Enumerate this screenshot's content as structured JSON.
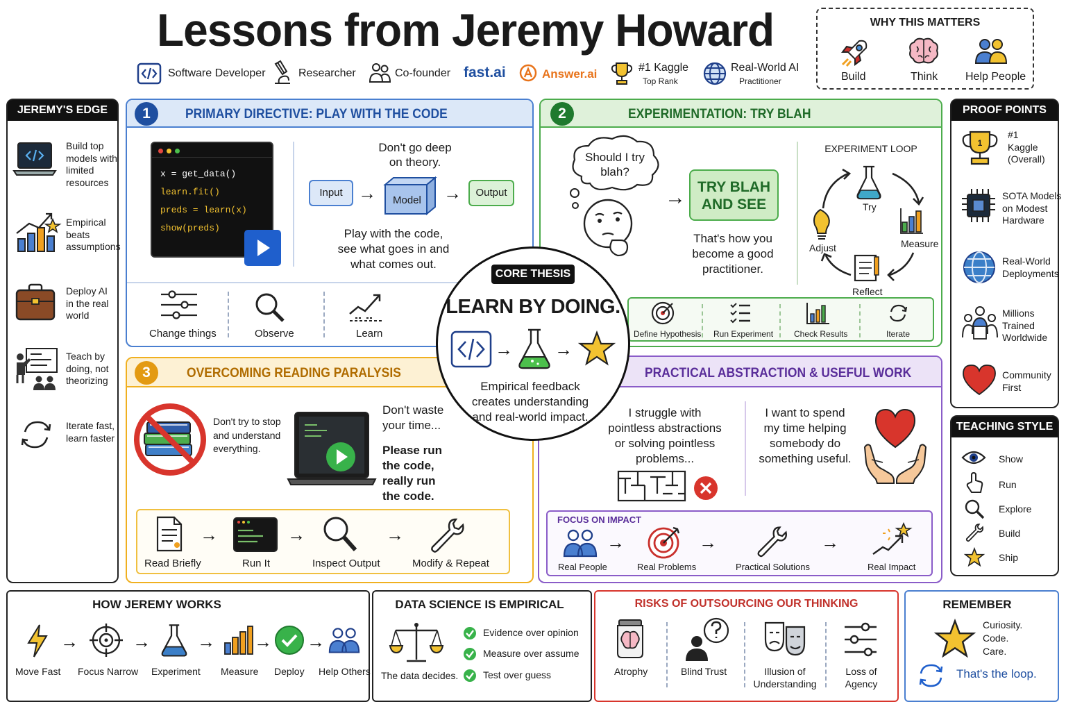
{
  "title": "Lessons from Jeremy Howard",
  "subtitle_roles": [
    {
      "icon": "code-icon",
      "label": "Software Developer"
    },
    {
      "icon": "microscope-icon",
      "label": "Researcher"
    },
    {
      "icon": "people-icon",
      "label": "Co-founder"
    },
    {
      "label": "fast.ai",
      "color": "#1f4fa0"
    },
    {
      "icon": "answerai-logo-icon",
      "label": "Answer.ai",
      "color": "#e8731a"
    },
    {
      "icon": "trophy-icon",
      "label": "#1 Kaggle",
      "sub": "Top Rank"
    },
    {
      "icon": "globe-icon",
      "label": "Real-World AI",
      "sub": "Practitioner"
    }
  ],
  "why": {
    "title": "WHY THIS MATTERS",
    "items": [
      {
        "icon": "rocket-icon",
        "label": "Build"
      },
      {
        "icon": "brain-icon",
        "label": "Think"
      },
      {
        "icon": "people-icon",
        "label": "Help People"
      }
    ]
  },
  "edge": {
    "title": "JEREMY'S EDGE",
    "items": [
      {
        "icon": "laptop-code-icon",
        "text": "Build top\nmodels with\nlimited\nresources"
      },
      {
        "icon": "chart-star-icon",
        "text": "Empirical\nbeats\nassumptions"
      },
      {
        "icon": "briefcase-icon",
        "text": "Deploy AI\nin the real\nworld"
      },
      {
        "icon": "teacher-icon",
        "text": "Teach by\ndoing, not\ntheorizing"
      },
      {
        "icon": "refresh-icon",
        "text": "Iterate fast,\nlearn faster"
      }
    ]
  },
  "s1": {
    "num": "1",
    "title": "PRIMARY DIRECTIVE: PLAY WITH THE CODE",
    "code": [
      "x = get_data()",
      "learn.fit()",
      "preds = learn(x)",
      "show(preds)"
    ],
    "theory": "Don't go deep\non theory.",
    "input": "Input",
    "model": "Model",
    "output": "Output",
    "caption": "Play with the code,\nsee what goes in and\nwhat comes out.",
    "steps": [
      {
        "icon": "sliders-icon",
        "label": "Change things"
      },
      {
        "icon": "magnifier-icon",
        "label": "Observe"
      },
      {
        "icon": "trend-icon",
        "label": "Learn"
      }
    ]
  },
  "s2": {
    "num": "2",
    "title": "EXPERIMENTATION: TRY BLAH",
    "thought": "Should I try\nblah?",
    "try": "TRY BLAH\nAND SEE",
    "caption": "That's how you\nbecome a good\npractitioner.",
    "loop_title": "EXPERIMENT LOOP",
    "loop": {
      "try": "Try",
      "measure": "Measure",
      "reflect": "Reflect",
      "adjust": "Adjust"
    },
    "steps": [
      {
        "icon": "target-icon",
        "label": "Define Hypothesis"
      },
      {
        "icon": "checklist-icon",
        "label": "Run Experiment"
      },
      {
        "icon": "bar-chart-icon",
        "label": "Check Results"
      },
      {
        "icon": "refresh-icon",
        "label": "Iterate"
      }
    ]
  },
  "core": {
    "badge": "CORE THESIS",
    "title": "LEARN BY DOING.",
    "caption": "Empirical feedback\ncreates understanding\nand real-world impact."
  },
  "s3": {
    "num": "3",
    "title": "OVERCOMING READING PARALYSIS",
    "stop": "Don't try to stop\nand understand\neverything.",
    "waste": "Don't waste\nyour time...",
    "run": "Please run\nthe code,\nreally run\nthe code.",
    "steps": [
      {
        "icon": "document-icon",
        "label": "Read Briefly"
      },
      {
        "icon": "terminal-icon",
        "label": "Run It"
      },
      {
        "icon": "magnifier-icon",
        "label": "Inspect Output"
      },
      {
        "icon": "wrench-icon",
        "label": "Modify & Repeat"
      }
    ]
  },
  "s4": {
    "title": "PRACTICAL ABSTRACTION & USEFUL WORK",
    "left": "I struggle with\npointless abstractions\nor solving pointless\nproblems...",
    "right": "I want to spend\nmy time helping\nsomebody do\nsomething useful.",
    "focus": "FOCUS ON IMPACT",
    "steps": [
      {
        "icon": "people-icon",
        "label": "Real People"
      },
      {
        "icon": "target-icon",
        "label": "Real Problems"
      },
      {
        "icon": "wrench-icon",
        "label": "Practical Solutions"
      },
      {
        "icon": "growth-icon",
        "label": "Real Impact"
      }
    ]
  },
  "proof": {
    "title": "PROOF POINTS",
    "items": [
      {
        "icon": "trophy-icon",
        "text": "#1\nKaggle\n(Overall)"
      },
      {
        "icon": "chip-icon",
        "text": "SOTA Models\non Modest\nHardware"
      },
      {
        "icon": "globe-icon",
        "text": "Real-World\nDeployments"
      },
      {
        "icon": "people-icon",
        "text": "Millions\nTrained\nWorldwide"
      },
      {
        "icon": "heart-icon",
        "text": "Community\nFirst"
      }
    ]
  },
  "teaching": {
    "title": "TEACHING STYLE",
    "items": [
      {
        "icon": "eye-icon",
        "label": "Show"
      },
      {
        "icon": "hand-pointer-icon",
        "label": "Run"
      },
      {
        "icon": "magnifier-icon",
        "label": "Explore"
      },
      {
        "icon": "wrench-icon",
        "label": "Build"
      },
      {
        "icon": "star-icon",
        "label": "Ship"
      }
    ]
  },
  "how": {
    "title": "HOW JEREMY WORKS",
    "items": [
      {
        "icon": "lightning-icon",
        "label": "Move Fast"
      },
      {
        "icon": "crosshair-icon",
        "label": "Focus Narrow"
      },
      {
        "icon": "flask-icon",
        "label": "Experiment"
      },
      {
        "icon": "bar-chart-icon",
        "label": "Measure"
      },
      {
        "icon": "check-circle-icon",
        "label": "Deploy"
      },
      {
        "icon": "people-icon",
        "label": "Help Others"
      }
    ]
  },
  "ds": {
    "title": "DATA SCIENCE IS EMPIRICAL",
    "caption": "The data decides.",
    "items": [
      "Evidence over opinion",
      "Measure over assume",
      "Test over guess"
    ]
  },
  "risks": {
    "title": "RISKS OF OUTSOURCING OUR THINKING",
    "items": [
      {
        "icon": "brain-jar-icon",
        "label": "Atrophy"
      },
      {
        "icon": "person-question-icon",
        "label": "Blind Trust"
      },
      {
        "icon": "masks-icon",
        "label": "Illusion of\nUnderstanding"
      },
      {
        "icon": "sliders-icon",
        "label": "Loss of\nAgency"
      }
    ]
  },
  "remember": {
    "title": "REMEMBER",
    "text": "Curiosity.\nCode.\nCare.",
    "loop": "That's the loop."
  }
}
